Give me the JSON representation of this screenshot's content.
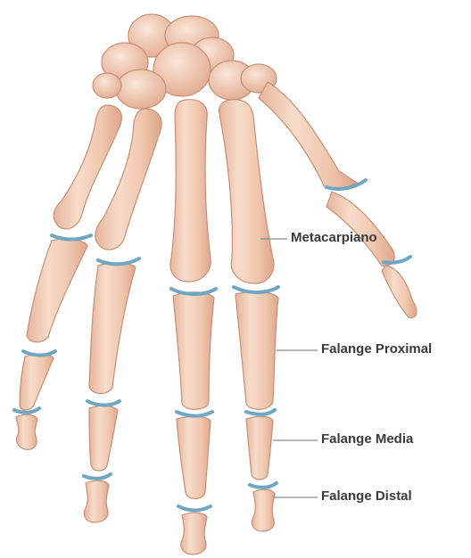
{
  "labels": {
    "metacarpiano": "Metacarpiano",
    "falange_proximal": "Falange Proximal",
    "falange_media": "Falange Media",
    "falange_distal": "Falange Distal"
  },
  "colors": {
    "bone_fill": "#f2cdb6",
    "bone_shade": "#e3ad92",
    "bone_outline": "#c98f74",
    "cartilage": "#6fa6c2",
    "leader_line": "#8a8a8a",
    "label_text": "#3a3a3a"
  }
}
